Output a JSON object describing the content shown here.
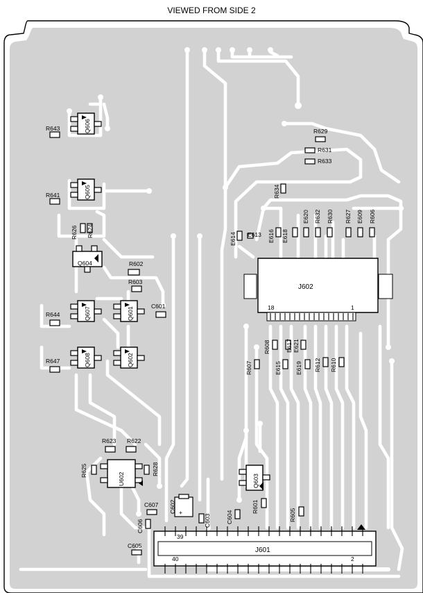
{
  "title": "VIEWED FROM SIDE 2",
  "connectors": {
    "j602": {
      "name": "J602",
      "pin_left": "18",
      "pin_right": "1"
    },
    "j601": {
      "name": "J601",
      "pin_top_left": "39",
      "pin_bottom_left": "40",
      "pin_bottom_right": "2"
    }
  },
  "components": {
    "R643": "R643",
    "R641": "R641",
    "R626": "R626",
    "R624": "R624",
    "R602": "R602",
    "R603": "R603",
    "R644": "R644",
    "R647": "R647",
    "R623": "R623",
    "R622": "R622",
    "R625": "R625",
    "R628": "R628",
    "R629": "R629",
    "R631": "R631",
    "R633": "R633",
    "R634": "R634",
    "R632": "R632",
    "R630": "R630",
    "R627": "R627",
    "R606": "R606",
    "R608": "R608",
    "R607": "R607",
    "R612": "R612",
    "R610": "R610",
    "R601": "R601",
    "R605": "R605",
    "Q606": "Q606",
    "Q605": "Q605",
    "Q604": "Q604",
    "Q607": "Q607",
    "Q601": "Q601",
    "Q602": "Q602",
    "Q608": "Q608",
    "Q603": "Q603",
    "U602": "U602",
    "C601": "C601",
    "C602": "C602",
    "C603": "C603",
    "C604": "C604",
    "C605": "C605",
    "C606": "C606",
    "C607": "C607",
    "E614": "E614",
    "E613": "E613",
    "E616": "E616",
    "E618": "E618",
    "E620": "E620",
    "E609": "E609",
    "E617": "E617",
    "E621": "E621",
    "E615": "E615",
    "E619": "E619"
  },
  "colors": {
    "board": "#d2d2d2",
    "trace": "#ffffff",
    "outline": "#000000"
  }
}
